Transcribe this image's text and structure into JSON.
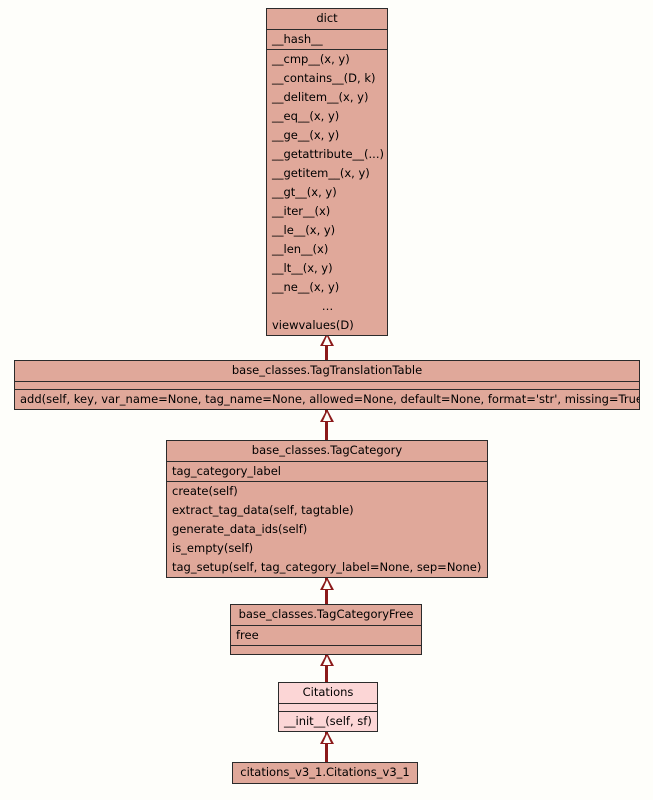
{
  "diagram": {
    "type": "uml-class-diagram",
    "background_color": "#fefefa",
    "box_fill_color": "#e0a89a",
    "highlight_box_fill_color": "#fcd6d6",
    "border_color": "#2b2b2b",
    "connector_color": "#8b1a1a",
    "relationship": "generalization"
  },
  "classes": {
    "dict": {
      "name": "dict",
      "attributes": [
        "__hash__"
      ],
      "methods": [
        "__cmp__(x, y)",
        "__contains__(D, k)",
        "__delitem__(x, y)",
        "__eq__(x, y)",
        "__ge__(x, y)",
        "__getattribute__(...)",
        "__getitem__(x, y)",
        "__gt__(x, y)",
        "__iter__(x)",
        "__le__(x, y)",
        "__len__(x)",
        "__lt__(x, y)",
        "__ne__(x, y)",
        "…",
        "viewvalues(D)"
      ]
    },
    "tag_translation_table": {
      "name": "base_classes.TagTranslationTable",
      "attributes": [],
      "methods": [
        "add(self, key, var_name=None, tag_name=None, allowed=None, default=None, format='str', missing=True)"
      ]
    },
    "tag_category": {
      "name": "base_classes.TagCategory",
      "attributes": [
        "tag_category_label"
      ],
      "methods": [
        "create(self)",
        "extract_tag_data(self, tagtable)",
        "generate_data_ids(self)",
        "is_empty(self)",
        "tag_setup(self, tag_category_label=None, sep=None)"
      ]
    },
    "tag_category_free": {
      "name": "base_classes.TagCategoryFree",
      "attributes": [
        "free"
      ],
      "methods": []
    },
    "citations": {
      "name": "Citations",
      "attributes": [],
      "methods": [
        "__init__(self, sf)"
      ]
    },
    "citations_v3_1": {
      "name": "citations_v3_1.Citations_v3_1",
      "attributes": [],
      "methods": []
    }
  }
}
